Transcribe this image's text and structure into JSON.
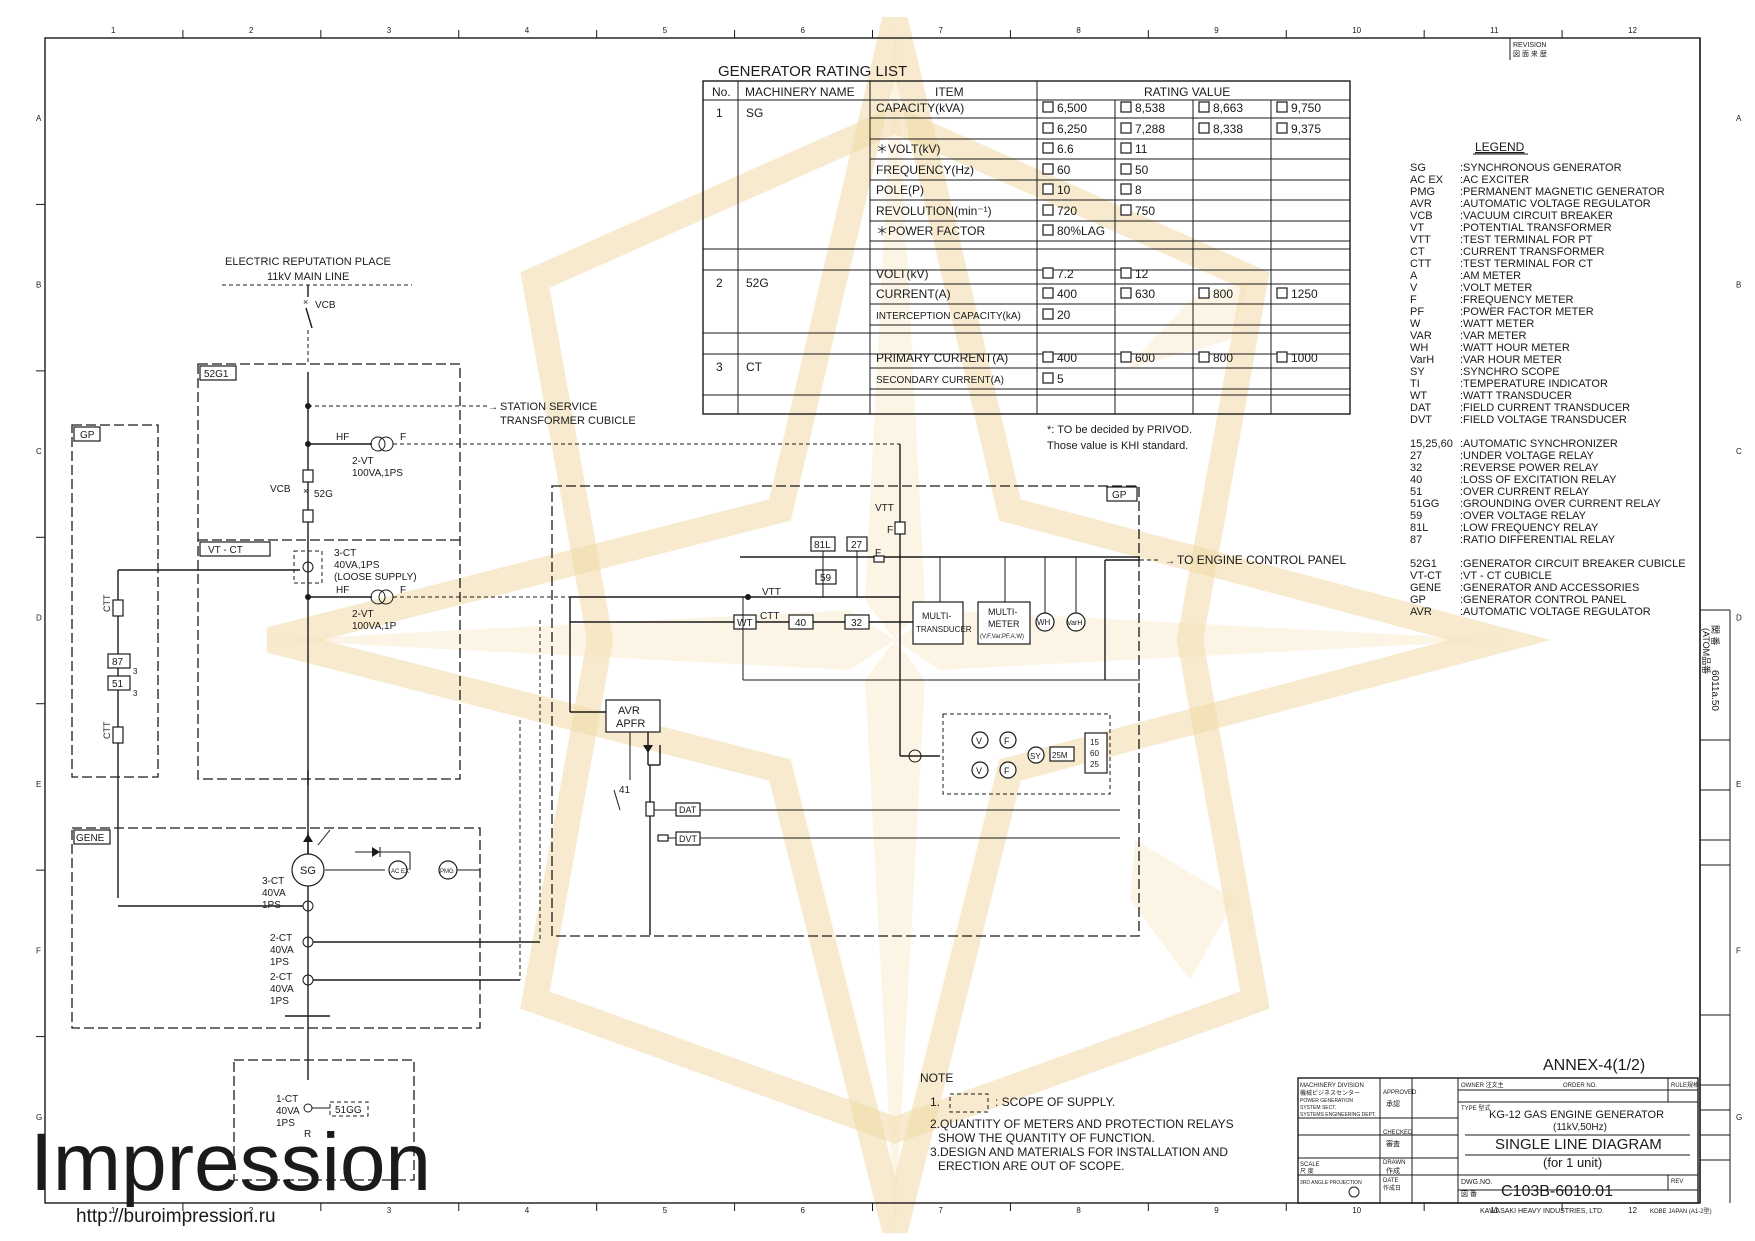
{
  "rating_list": {
    "title": "GENERATOR RATING LIST",
    "headers": [
      "No.",
      "MACHINERY NAME",
      "ITEM",
      "RATING VALUE"
    ],
    "groups": [
      {
        "no": "1",
        "name": "SG",
        "rows": [
          {
            "item": "CAPACITY(kVA)",
            "values": [
              "6,500",
              "8,538",
              "8,663",
              "9,750"
            ]
          },
          {
            "item": "",
            "values": [
              "6,250",
              "7,288",
              "8,338",
              "9,375"
            ]
          },
          {
            "item": "＊VOLT(kV)",
            "values": [
              "6.6",
              "11"
            ]
          },
          {
            "item": "FREQUENCY(Hz)",
            "values": [
              "60",
              "50"
            ]
          },
          {
            "item": "POLE(P)",
            "values": [
              "10",
              "8"
            ]
          },
          {
            "item": "REVOLUTION(min⁻¹)",
            "values": [
              "720",
              "750"
            ]
          },
          {
            "item": "＊POWER FACTOR",
            "values": [
              "80%LAG"
            ]
          }
        ]
      },
      {
        "no": "2",
        "name": "52G",
        "rows": [
          {
            "item": "VOLT(kV)",
            "values": [
              "7.2",
              "12"
            ]
          },
          {
            "item": "CURRENT(A)",
            "values": [
              "400",
              "630",
              "800",
              "1250"
            ]
          },
          {
            "item": "INTERCEPTION CAPACITY(kA)",
            "values": [
              "20"
            ]
          }
        ]
      },
      {
        "no": "3",
        "name": "CT",
        "rows": [
          {
            "item": "PRIMARY CURRENT(A)",
            "values": [
              "400",
              "600",
              "800",
              "1000"
            ]
          },
          {
            "item": "SECONDARY CURRENT(A)",
            "values": [
              "5"
            ]
          }
        ]
      }
    ],
    "footnote1": "*: TO be decided by PRIVOD.",
    "footnote2": "Those value is KHI standard."
  },
  "legend": {
    "title": "LEGEND",
    "items": [
      [
        "SG",
        ":SYNCHRONOUS GENERATOR"
      ],
      [
        "AC EX",
        ":AC EXCITER"
      ],
      [
        "PMG",
        ":PERMANENT MAGNETIC GENERATOR"
      ],
      [
        "AVR",
        ":AUTOMATIC VOLTAGE REGULATOR"
      ],
      [
        "VCB",
        ":VACUUM CIRCUIT BREAKER"
      ],
      [
        "VT",
        ":POTENTIAL TRANSFORMER"
      ],
      [
        "VTT",
        ":TEST TERMINAL FOR PT"
      ],
      [
        "CT",
        ":CURRENT TRANSFORMER"
      ],
      [
        "CTT",
        ":TEST TERMINAL FOR CT"
      ],
      [
        "A",
        ":AM METER"
      ],
      [
        "V",
        ":VOLT METER"
      ],
      [
        "F",
        ":FREQUENCY METER"
      ],
      [
        "PF",
        ":POWER FACTOR METER"
      ],
      [
        "W",
        ":WATT METER"
      ],
      [
        "VAR",
        ":VAR METER"
      ],
      [
        "WH",
        ":WATT HOUR METER"
      ],
      [
        "VarH",
        ":VAR HOUR METER"
      ],
      [
        "SY",
        ":SYNCHRO SCOPE"
      ],
      [
        "TI",
        ":TEMPERATURE INDICATOR"
      ],
      [
        "WT",
        ":WATT TRANSDUCER"
      ],
      [
        "DAT",
        ":FIELD CURRENT TRANSDUCER"
      ],
      [
        "DVT",
        ":FIELD VOLTAGE TRANSDUCER"
      ]
    ],
    "relays": [
      [
        "15,25,60",
        ":AUTOMATIC SYNCHRONIZER"
      ],
      [
        "27",
        ":UNDER VOLTAGE RELAY"
      ],
      [
        "32",
        ":REVERSE POWER RELAY"
      ],
      [
        "40",
        ":LOSS OF EXCITATION RELAY"
      ],
      [
        "51",
        ":OVER CURRENT RELAY"
      ],
      [
        "51GG",
        ":GROUNDING OVER CURRENT RELAY"
      ],
      [
        "59",
        ":OVER VOLTAGE RELAY"
      ],
      [
        "81L",
        ":LOW FREQUENCY RELAY"
      ],
      [
        "87",
        ":RATIO DIFFERENTIAL RELAY"
      ]
    ],
    "cubicles": [
      [
        "52G1",
        ":GENERATOR CIRCUIT BREAKER CUBICLE"
      ],
      [
        "VT-CT",
        ":VT - CT CUBICLE"
      ],
      [
        "GENE",
        ":GENERATOR AND ACCESSORIES"
      ],
      [
        "GP",
        ":GENERATOR CONTROL PANEL"
      ],
      [
        "AVR",
        ":AUTOMATIC VOLTAGE REGULATOR"
      ]
    ]
  },
  "revision": {
    "en": "REVISION",
    "jp": "図 面 来 歴"
  },
  "diagram": {
    "electric_place": "ELECTRIC REPUTATION PLACE",
    "main_line": "11kV MAIN LINE",
    "vcb_top": "VCB",
    "cubicle_52g1": "52G1",
    "cubicle_gp_left": "GP",
    "cubicle_vtct": "VT - CT",
    "cubicle_gene": "GENE",
    "cubicle_gp": "GP",
    "station_service_1": "STATION SERVICE",
    "station_service_2": "TRANSFORMER CUBICLE",
    "hf1": "HF",
    "f1": "F",
    "vt2_1": "2-VT",
    "vt2_1b": "100VA,1PS",
    "vcb": "VCB",
    "vcb_52g": "52G",
    "ct3_a": "3-CT",
    "ct3_b": "40VA,1PS",
    "ct3_c": "(LOOSE SUPPLY)",
    "hf2": "HF",
    "f2": "F",
    "vt2_2": "2-VT",
    "vt2_2b": "100VA,1P",
    "ctt1": "CTT",
    "ctt2": "CTT",
    "r87": "87",
    "r51": "51",
    "r87n": "3",
    "r51n": "3",
    "vtt": "VTT",
    "vtt2": "VTT",
    "f_small": "F",
    "f_small2": "F",
    "r81l": "81L",
    "r27": "27",
    "r59": "59",
    "wt": "WT",
    "ctt3": "CTT",
    "r40": "40",
    "r32": "32",
    "multi_tr_1": "MULTI-",
    "multi_tr_2": "TRANSDUCER",
    "multi_m_1": "MULTI-",
    "multi_m_2": "METER",
    "multi_m_3": "(V,F,Var,PF,A,W)",
    "wh": "WH",
    "varh": "VarH",
    "to_engine": "TO ENGINE CONTROL PANEL",
    "avr_1": "AVR",
    "avr_2": "APFR",
    "r41": "41",
    "dat": "DAT",
    "dvt": "DVT",
    "m_v1": "V",
    "m_f1": "F",
    "m_sy": "SY",
    "m_25m": "25M",
    "m_v2": "V",
    "m_f2": "F",
    "sync_1": "15",
    "sync_2": "60",
    "sync_3": "25",
    "sg": "SG",
    "acex": "AC EX",
    "pmg": "PMG",
    "sg_ct_1": "3-CT",
    "sg_ct_2": "40VA",
    "sg_ct_3": "1PS",
    "ct2a_1": "2-CT",
    "ct2a_2": "40VA",
    "ct2a_3": "1PS",
    "ct2b_1": "2-CT",
    "ct2b_2": "40VA",
    "ct2b_3": "1PS",
    "ct1_1": "1-CT",
    "ct1_2": "40VA",
    "ct1_3": "1PS",
    "r51gg": "51GG",
    "res": "R"
  },
  "notes": {
    "title": "NOTE",
    "n1": ": SCOPE OF SUPPLY.",
    "n1_num": "1.",
    "n2a": "2.QUANTITY OF METERS AND PROTECTION RELAYS",
    "n2b": "SHOW THE QUANTITY OF FUNCTION.",
    "n3a": "3.DESIGN AND MATERIALS FOR INSTALLATION AND",
    "n3b": "ERECTION ARE OUT OF SCOPE."
  },
  "title_block": {
    "annex": "ANNEX-4(1/2)",
    "division_1": "MACHINERY DIVISION",
    "division_2": "機械ビジネスセンター",
    "division_3": "POWER GENERATION",
    "division_4": "SYSTEM SECT.",
    "division_5": "SYSTEMS ENGINEERING DEPT.",
    "approved": "APPROVED",
    "approved_jp": "承認",
    "checked": "CHECKED",
    "checked_jp": "審査",
    "drawn": "DRAWN",
    "drawn_jp": "作成",
    "scale": "SCALE",
    "scale_jp": "尺 度",
    "date": "DATE",
    "date_jp": "作成日",
    "projection": "3RD ANGLE PROJECTION",
    "owner": "OWNER 注文主",
    "order_no": "ORDER NO.",
    "rule": "RULE規格",
    "type": "TYPE 型式",
    "title_1": "KG-12 GAS ENGINE GENERATOR",
    "title_2": "(11kV,50Hz)",
    "title_3": "SINGLE LINE DIAGRAM",
    "title_4": "(for 1 unit)",
    "dwg_label": "DWG.NO.",
    "dwg_jp": "図 番",
    "dwg_no": "C103B-6010.01",
    "rev": "REV",
    "company": "KAWASAKI HEAVY INDUSTRIES, LTD.",
    "location": "KOBE JAPAN (A1-2型)",
    "side_number": "6011a.50",
    "side_atom": "(ATOM品番",
    "side_jp": "関 番"
  },
  "grid": {
    "columns": [
      "1",
      "2",
      "3",
      "4",
      "5",
      "6",
      "7",
      "8",
      "9",
      "10",
      "11",
      "12"
    ],
    "rows": [
      "A",
      "B",
      "C",
      "D",
      "E",
      "F",
      "G"
    ]
  },
  "watermark": {
    "brand": "Impression",
    "url": "http://buroimpression.ru"
  }
}
